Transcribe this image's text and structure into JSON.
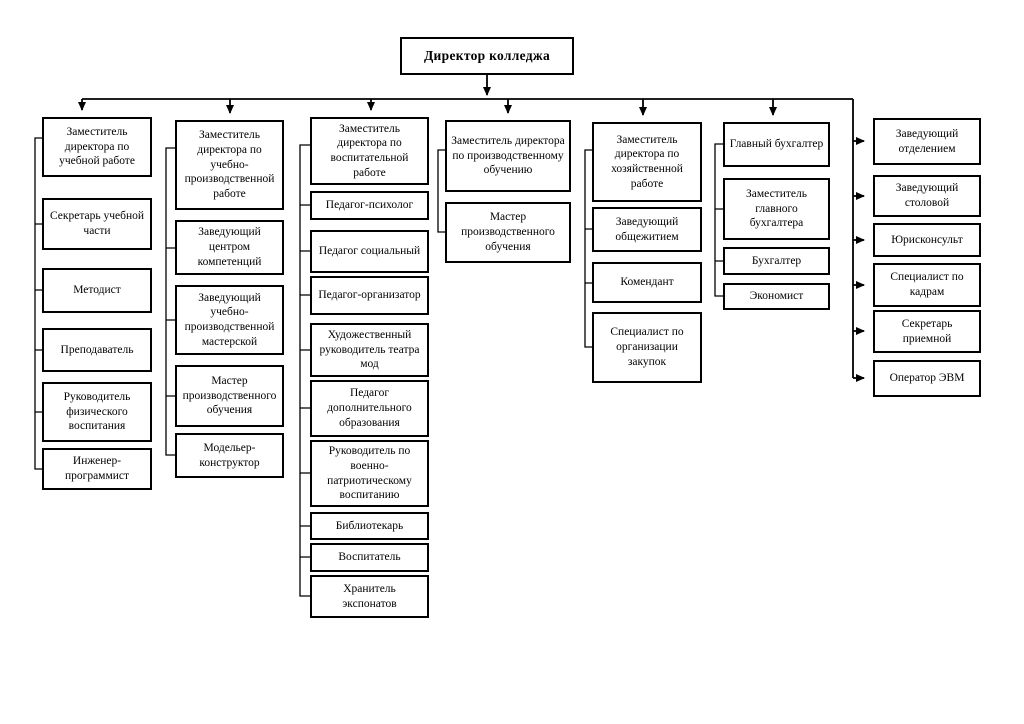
{
  "colors": {
    "background": "#ffffff",
    "box_fill": "#ffffff",
    "box_border": "#000000",
    "line": "#000000",
    "text": "#000000"
  },
  "director": {
    "label": "Директор колледжа"
  },
  "columns": [
    {
      "id": "academic-work",
      "items": [
        "Заместитель директора по учебной работе",
        "Секретарь учебной части",
        "Методист",
        "Преподаватель",
        "Руководитель физического воспитания",
        "Инженер-программист"
      ]
    },
    {
      "id": "training-production-work",
      "items": [
        "Заместитель директора по учебно-производственной работе",
        "Заведующий центром компетенций",
        "Заведующий учебно-производственной мастерской",
        "Мастер производственного обучения",
        "Модельер-конструктор"
      ]
    },
    {
      "id": "upbringing-work",
      "items": [
        "Заместитель директора по воспитательной работе",
        "Педагог-психолог",
        "Педагог социальный",
        "Педагог-организатор",
        "Художественный руководитель театра мод",
        "Педагог дополнительного образования",
        "Руководитель по военно-патриотическому воспитанию",
        "Библиотекарь",
        "Воспитатель",
        "Хранитель экспонатов"
      ]
    },
    {
      "id": "industrial-training",
      "items": [
        "Заместитель директора по производственному обучению",
        "Мастер производственного обучения"
      ]
    },
    {
      "id": "household-work",
      "items": [
        "Заместитель директора по хозяйственной работе",
        "Заведующий общежитием",
        "Комендант",
        "Специалист по организации закупок"
      ]
    },
    {
      "id": "accounting",
      "items": [
        "Главный бухгалтер",
        "Заместитель главного бухгалтера",
        "Бухгалтер",
        "Экономист"
      ]
    },
    {
      "id": "direct-reports",
      "items": [
        "Заведующий отделением",
        "Заведующий столовой",
        "Юрисконсульт",
        "Специалист по кадрам",
        "Секретарь приемной",
        "Оператор ЭВМ"
      ]
    }
  ]
}
